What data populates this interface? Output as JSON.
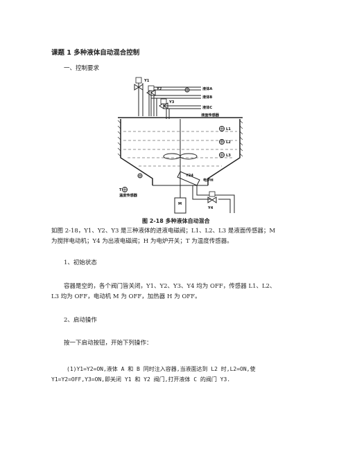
{
  "title": "课题 1  多种液体自动混合控制",
  "section_heading": "一、控制要求",
  "figure": {
    "labels": {
      "y1": "Y1",
      "y2": "Y2",
      "y3": "Y3",
      "y4": "Y4",
      "liquid_a": "液体A",
      "liquid_b": "液体B",
      "liquid_c": "液体C",
      "level_sensor": "液面传感器",
      "l1": "L1",
      "l2": "L2",
      "l3": "L3",
      "heater": "电炉H",
      "t": "T",
      "temp_sensor": "温度传感器",
      "motor": "M",
      "valve_tag": "Y24"
    },
    "caption": "图 2-18  多种液体自动混合"
  },
  "para1": [
    "如图 2-18，Y1、Y2、Y3 是三种液体的进液电磁阀；L1、L2、L3 是液面传感器；M",
    "为搅拌电动机；Y4 为出液电磁阀；H 为电炉开关；T 为温度传感器。"
  ],
  "heading1": "1、初始状态",
  "para2": [
    "容器是空的，各个阀门皆关闭，Y1、Y2、Y3、Y4 均为 OFF，传感器 L1、L2、",
    "L3 均为 OFF，电动机 M 为 OFF，加热器 H 为 OFF。"
  ],
  "heading2": "2、启动操作",
  "para3": "按一下启动按钮，开始下列操作：",
  "para4": [
    "(1)Y1=Y2=ON,液体 A 和 B 同时注入容器,当液面达到 L2 时,L2=ON,使",
    "Y1=Y2=OFF,Y3=ON,即关闭 Y1 和 Y2 阀门,打开液体 C 的阀门 Y3."
  ]
}
